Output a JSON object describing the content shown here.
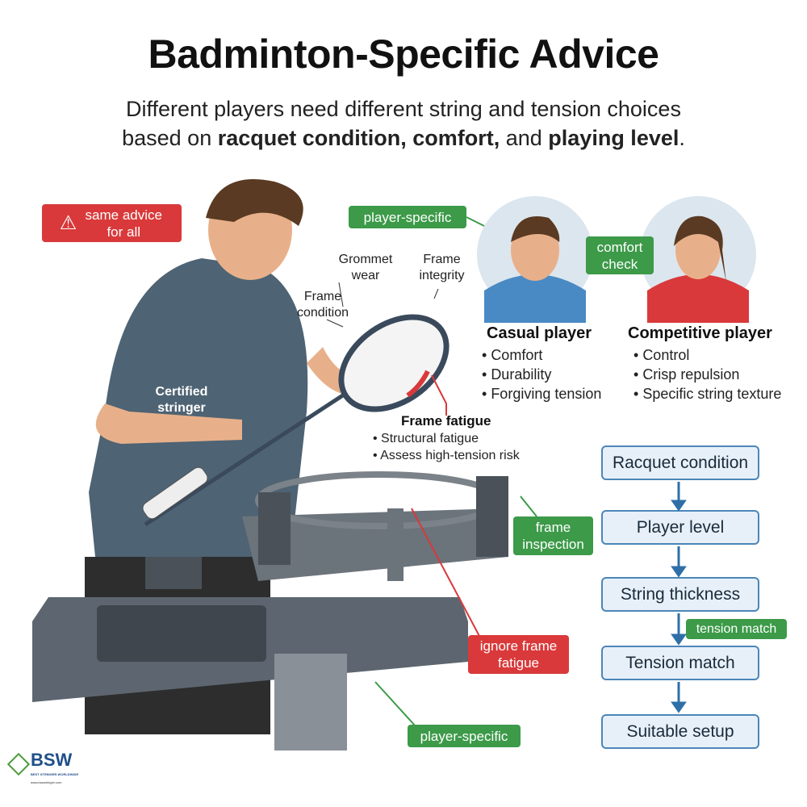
{
  "title": "Badminton-Specific Advice",
  "subtitle": {
    "line1": "Different players need different string and tension choices",
    "line2_pre": "based on ",
    "b1": "racquet condition, ",
    "b2": "comfort,",
    "mid": " and ",
    "b3": "playing level",
    "end": "."
  },
  "tags": {
    "same_advice": "same advice for all",
    "player_specific_top": "player-specific",
    "comfort_check": "comfort check",
    "frame_inspection": "frame inspection",
    "ignore_frame_fatigue": "ignore frame fatigue",
    "player_specific_bottom": "player-specific",
    "tension_match": "tension match"
  },
  "racquet_labels": {
    "grommet": "Grommet wear",
    "frame_integrity": "Frame integrity",
    "frame_condition": "Frame condition"
  },
  "stringer": "Certified stringer",
  "frame_fatigue": {
    "heading": "Frame fatigue",
    "items": [
      "Structural fatigue",
      "Assess high-tension risk"
    ]
  },
  "casual": {
    "heading": "Casual player",
    "items": [
      "Comfort",
      "Durability",
      "Forgiving tension"
    ]
  },
  "competitive": {
    "heading": "Competitive player",
    "items": [
      "Control",
      "Crisp repulsion",
      "Specific string texture"
    ]
  },
  "flow": [
    "Racquet condition",
    "Player level",
    "String thickness",
    "Tension match",
    "Suitable setup"
  ],
  "logo": {
    "text": "BSW",
    "tagline": "BEST STRINGER WORLDWIDE",
    "url": "www.bswstringer.com"
  },
  "colors": {
    "green": "#3c9a48",
    "red": "#d9393a",
    "flow_border": "#4c86b8",
    "flow_fill": "#e7f0f8"
  }
}
